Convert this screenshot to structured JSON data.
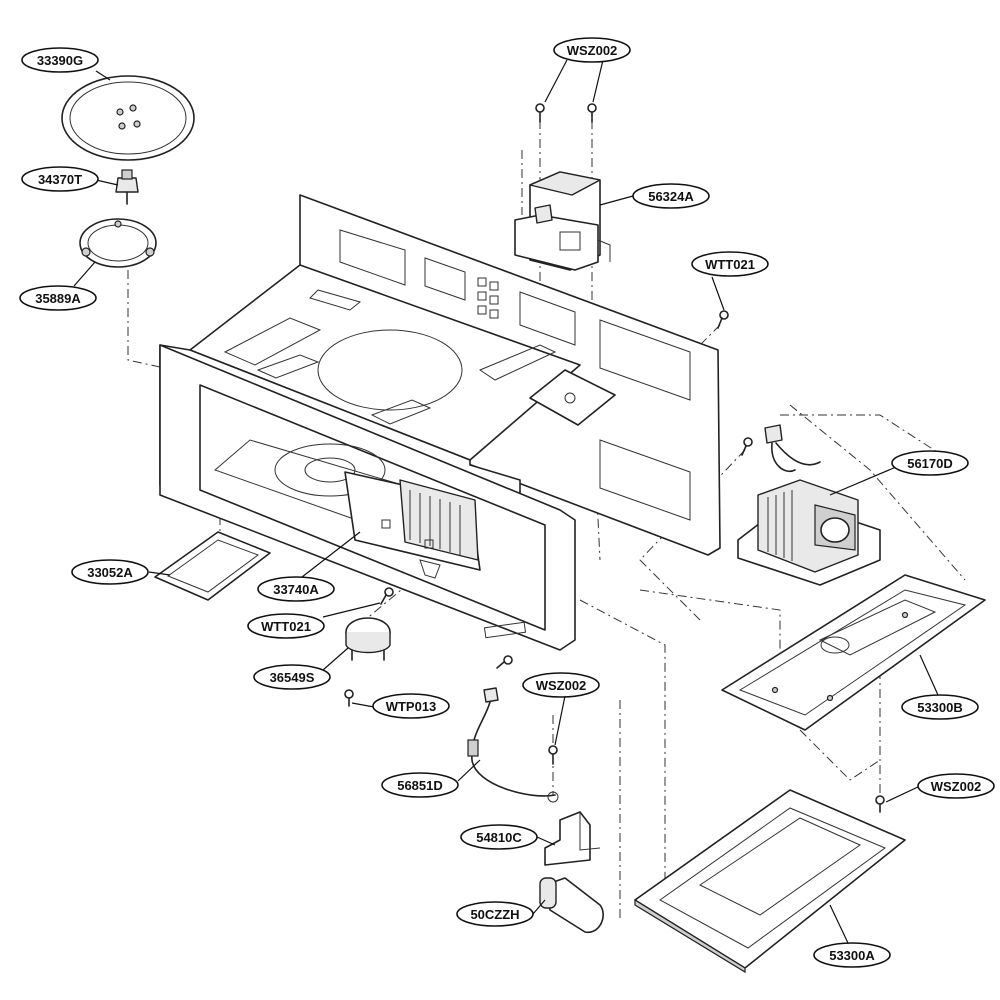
{
  "diagram": {
    "part_labels": [
      {
        "id": "33390G"
      },
      {
        "id": "34370T"
      },
      {
        "id": "35889A"
      },
      {
        "id": "WSZ002"
      },
      {
        "id": "56324A"
      },
      {
        "id": "WTT021"
      },
      {
        "id": "56170D"
      },
      {
        "id": "33052A"
      },
      {
        "id": "33740A"
      },
      {
        "id": "WTT021"
      },
      {
        "id": "36549S"
      },
      {
        "id": "WTP013"
      },
      {
        "id": "WSZ002"
      },
      {
        "id": "56851D"
      },
      {
        "id": "53300B"
      },
      {
        "id": "WSZ002"
      },
      {
        "id": "54810C"
      },
      {
        "id": "50CZZH"
      },
      {
        "id": "53300A"
      }
    ]
  }
}
